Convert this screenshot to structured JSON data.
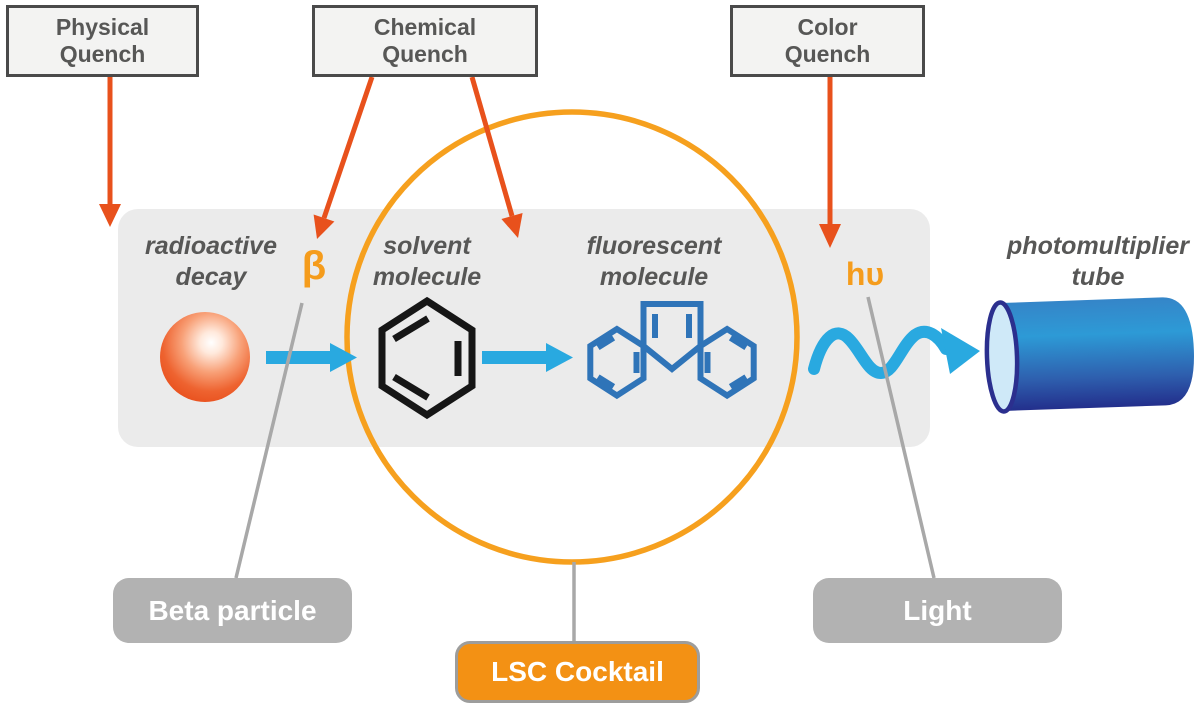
{
  "quench": {
    "physical": {
      "line1": "Physical",
      "line2": "Quench"
    },
    "chemical": {
      "line1": "Chemical",
      "line2": "Quench"
    },
    "color": {
      "line1": "Color",
      "line2": "Quench"
    }
  },
  "stages": {
    "radioactive": {
      "line1": "radioactive",
      "line2": "decay"
    },
    "solvent": {
      "line1": "solvent",
      "line2": "molecule"
    },
    "fluorescent": {
      "line1": "fluorescent",
      "line2": "molecule"
    },
    "photomultiplier": {
      "line1": "photomultiplier",
      "line2": "tube"
    }
  },
  "symbols": {
    "beta": "β",
    "photon": "hυ"
  },
  "callouts": {
    "beta_particle": "Beta particle",
    "lsc_cocktail": "LSC Cocktail",
    "light": "Light"
  },
  "colors": {
    "quench_arrow_red": "#e8511c",
    "lsc_orange": "#f6a01e",
    "cocktail_box_orange": "#f39114",
    "signal_blue": "#29a9e0",
    "molecule_blue": "#2f74b8",
    "band_gray": "#ebebeb",
    "callout_gray": "#b2b2b2",
    "connector_gray": "#a8a8a8",
    "text_gray": "#575756",
    "sphere_orange": "#e84e1b",
    "tube_blue_top": "#3585c8",
    "tube_navy_bottom": "#232f8c"
  }
}
